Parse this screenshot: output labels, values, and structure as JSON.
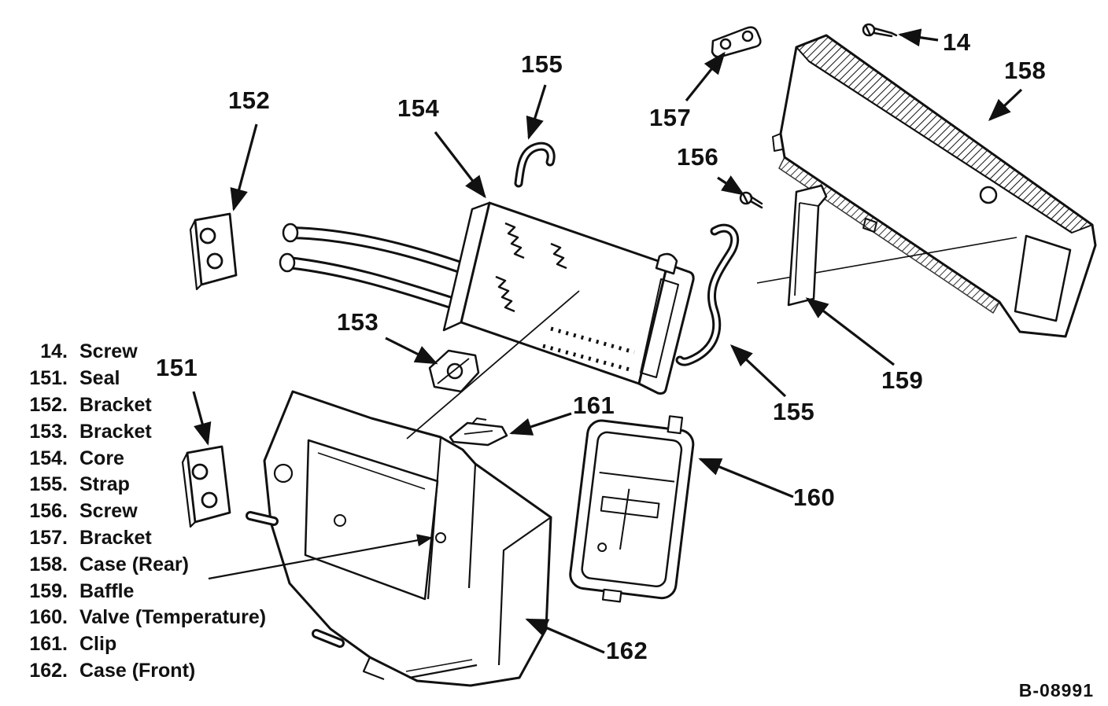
{
  "legend": {
    "items": [
      {
        "number": "14.",
        "label": "Screw"
      },
      {
        "number": "151.",
        "label": "Seal"
      },
      {
        "number": "152.",
        "label": "Bracket"
      },
      {
        "number": "153.",
        "label": "Bracket"
      },
      {
        "number": "154.",
        "label": "Core"
      },
      {
        "number": "155.",
        "label": "Strap"
      },
      {
        "number": "156.",
        "label": "Screw"
      },
      {
        "number": "157.",
        "label": "Bracket"
      },
      {
        "number": "158.",
        "label": "Case (Rear)"
      },
      {
        "number": "159.",
        "label": "Baffle"
      },
      {
        "number": "160.",
        "label": "Valve (Temperature)"
      },
      {
        "number": "161.",
        "label": "Clip"
      },
      {
        "number": "162.",
        "label": "Case (Front)"
      }
    ]
  },
  "callouts": {
    "c14": "14",
    "c151": "151",
    "c152": "152",
    "c153": "153",
    "c154": "154",
    "c155_top": "155",
    "c155_right": "155",
    "c156": "156",
    "c157": "157",
    "c158": "158",
    "c159": "159",
    "c160": "160",
    "c161": "161",
    "c162": "162"
  },
  "drawing_number": "B-08991"
}
